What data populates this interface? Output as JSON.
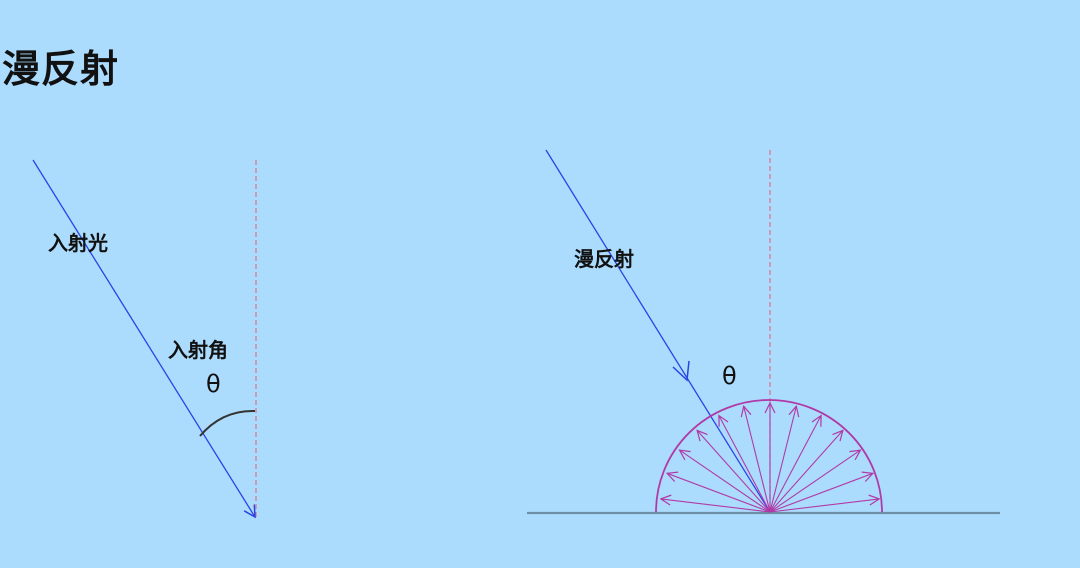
{
  "title": "漫反射",
  "left_diagram": {
    "incident_light_label": "入射光",
    "incident_angle_label": "入射角",
    "angle_symbol": "θ"
  },
  "right_diagram": {
    "diffuse_label": "漫反射",
    "angle_symbol": "θ",
    "scattered_ray_count": 13
  },
  "colors": {
    "background": "#acdcfd",
    "incident_ray": "#2a44e6",
    "normal": "#e0708a",
    "scatter": "#b03aa8",
    "surface": "#6d8fa6",
    "angle_arc": "#333333"
  }
}
